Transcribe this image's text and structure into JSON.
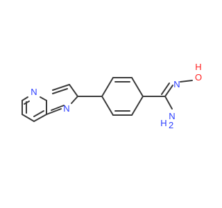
{
  "atom_labels": {
    "n_bridge": "N",
    "n_imine": "N",
    "o_hydroxyl": "O",
    "h_hydroxyl": "H",
    "n_amine": "N",
    "h2_amine": "H",
    "h2_subscript": "2"
  },
  "colors": {
    "bond": "#3a3a3a",
    "nitrogen": "#2a3dff",
    "oxygen": "#ff2020",
    "background": "#ffffff"
  }
}
